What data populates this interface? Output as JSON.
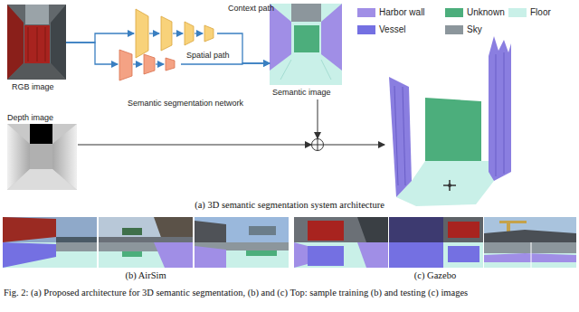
{
  "diagram": {
    "caption": "Fig. 2: (a) Proposed architecture for 3D semantic segmentation, (b) and (c) Top: sample training (b) and testing (c) images",
    "nodes": [
      {
        "text": [
          "RGB image"
        ]
      },
      {
        "text": [
          "Semantic segmentation network"
        ]
      },
      {
        "text": [
          "Context path"
        ],
        "in": 1
      },
      {
        "text": [
          "Spatial path"
        ],
        "in": 1
      },
      {
        "text": [
          "Semantic image"
        ]
      },
      {
        "text": [
          "Depth image"
        ]
      }
    ],
    "edges": [
      {
        "from": 0,
        "to": 2,
        "arrow": "to"
      },
      {
        "from": 0,
        "to": 3,
        "arrow": "to"
      },
      {
        "from": 2,
        "to": 4,
        "arrow": "to"
      },
      {
        "from": 3,
        "to": 4,
        "arrow": "to"
      }
    ],
    "labels": [
      "(a) 3D semantic segmentation system architecture",
      "(b) AirSim",
      "(c) Gazebo"
    ],
    "legend": [
      {
        "text": "Harbor wall",
        "color": "#a08ee6"
      },
      {
        "text": "Unknown",
        "color": "#4cae7c"
      },
      {
        "text": "Floor",
        "color": "#c9f0e8"
      },
      {
        "text": "Vessel",
        "color": "#7470e2"
      },
      {
        "text": "Sky",
        "color": "#8c969c"
      }
    ]
  }
}
